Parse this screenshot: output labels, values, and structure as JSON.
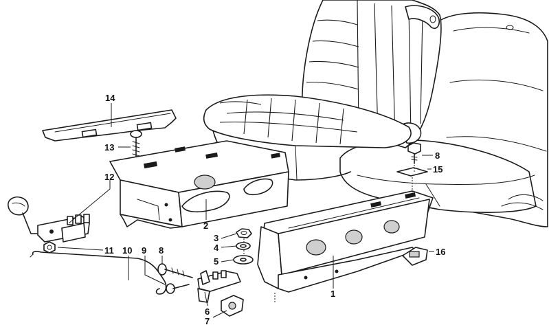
{
  "callouts": [
    {
      "id": "1",
      "label": "1"
    },
    {
      "id": "2",
      "label": "2"
    },
    {
      "id": "3",
      "label": "3"
    },
    {
      "id": "4",
      "label": "4"
    },
    {
      "id": "5",
      "label": "5"
    },
    {
      "id": "6",
      "label": "6"
    },
    {
      "id": "7",
      "label": "7"
    },
    {
      "id": "8a",
      "label": "8"
    },
    {
      "id": "8b",
      "label": "8"
    },
    {
      "id": "9",
      "label": "9"
    },
    {
      "id": "10",
      "label": "10"
    },
    {
      "id": "11",
      "label": "11"
    },
    {
      "id": "12",
      "label": "12"
    },
    {
      "id": "13",
      "label": "13"
    },
    {
      "id": "14",
      "label": "14"
    },
    {
      "id": "15",
      "label": "15"
    },
    {
      "id": "16",
      "label": "16"
    }
  ]
}
